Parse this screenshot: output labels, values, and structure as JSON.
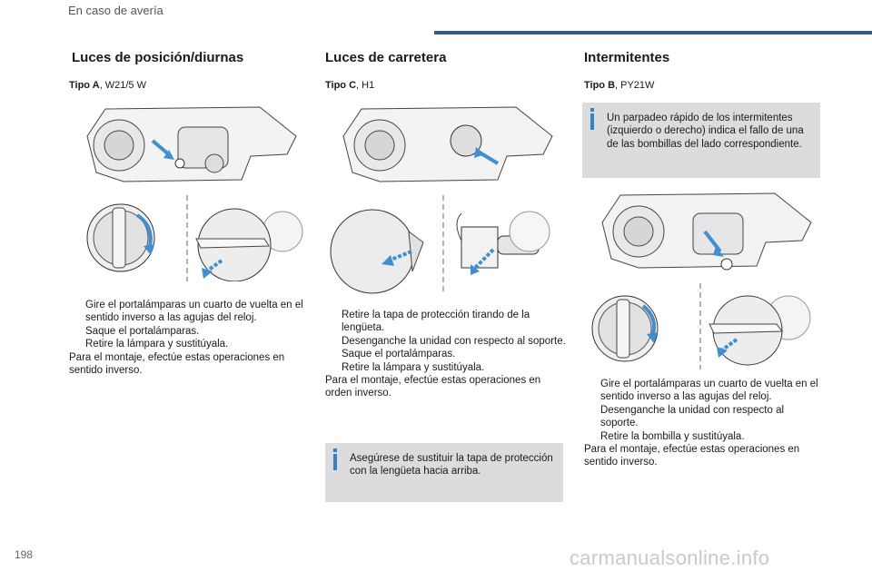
{
  "header": {
    "section": "En caso de avería"
  },
  "page_number": "198",
  "watermark": "carmanualsonline.info",
  "columns": [
    {
      "title": "Luces de posición/diurnas",
      "type_label": "Tipo A",
      "type_value": ", W21/5 W",
      "steps": [
        "Gire el portalámparas un cuarto de vuelta en el sentido inverso a las agujas del reloj.",
        "Saque el portalámparas.",
        "Retire la lámpara y sustitúyala."
      ],
      "closing": "Para el montaje, efectúe estas operaciones en sentido inverso."
    },
    {
      "title": "Luces de carretera",
      "type_label": "Tipo C",
      "type_value": ", H1",
      "steps": [
        "Retire la tapa de protección tirando de la lengüeta.",
        "Desenganche la unidad con respecto al soporte.",
        "Saque el portalámparas.",
        "Retire la lámpara y sustitúyala."
      ],
      "closing": "Para el montaje, efectúe estas operaciones en orden inverso.",
      "note": "Asegúrese de sustituir la tapa de protección con la lengüeta hacia arriba."
    },
    {
      "title": "Intermitentes",
      "type_label": "Tipo B",
      "type_value": ", PY21W",
      "note": "Un parpadeo rápido de los intermitentes (izquierdo o derecho) indica el fallo de una de las bombillas del lado correspondiente.",
      "steps": [
        "Gire el portalámparas un cuarto de vuelta en el sentido inverso a las agujas del reloj.",
        "Desenganche la unidad con respecto al soporte.",
        "Retire la bombilla y sustitúyala."
      ],
      "closing": "Para el montaje, efectúe estas operaciones en sentido inverso."
    }
  ],
  "bullet_glyph": "",
  "colors": {
    "accent_blue": "#2e84c6",
    "header_bar": "#2f5e86",
    "note_bg": "#dcdcdc"
  }
}
